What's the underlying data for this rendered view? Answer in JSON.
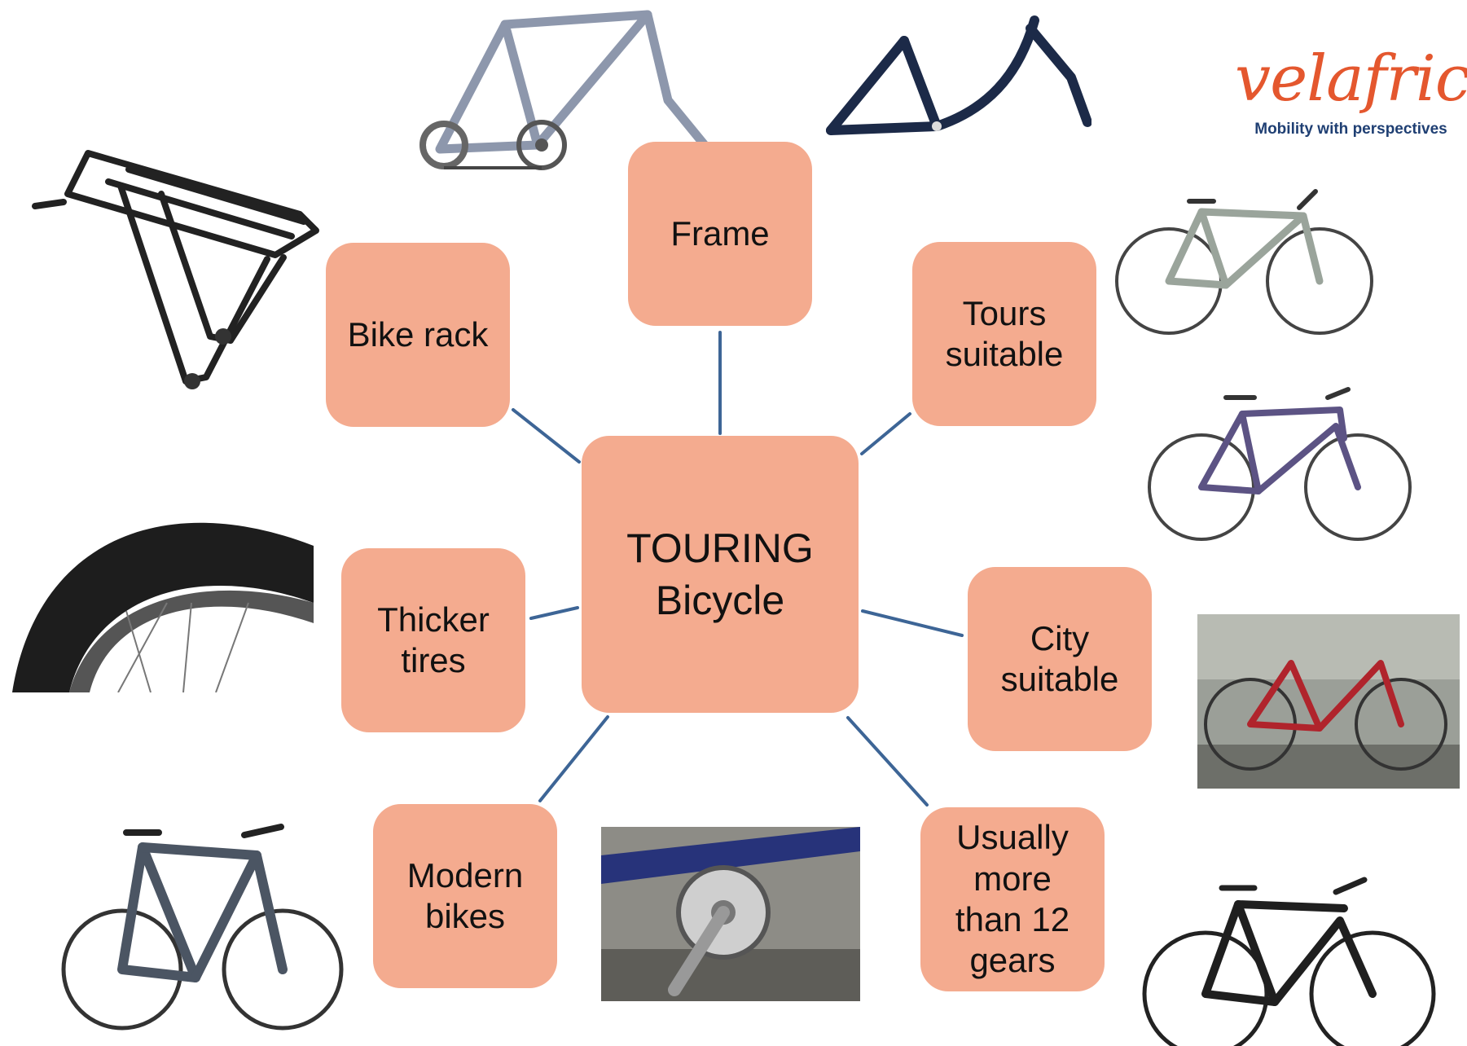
{
  "center": {
    "label": "TOURING\nBicycle"
  },
  "nodes": {
    "frame": "Frame",
    "bike_rack": "Bike rack",
    "tours_suitable": "Tours\nsuitable",
    "thicker_tires": "Thicker\ntires",
    "city_suitable": "City\nsuitable",
    "modern_bikes": "Modern\nbikes",
    "gears": "Usually\nmore\nthan 12\ngears"
  },
  "logo": {
    "wordmark": "velafrica",
    "tagline": "Mobility with perspectives"
  },
  "colors": {
    "node_fill": "#f4ab8f",
    "connector": "#3d6596",
    "logo_wordmark": "#e4572e",
    "logo_tagline": "#1f3f73"
  },
  "images": [
    "bike-rack-photo",
    "bicycle-frame-photo",
    "ladies-frame-photo",
    "tire-photo",
    "touring-bike-photo-1",
    "touring-bike-photo-2",
    "red-city-bike-photo",
    "chainring-closeup-photo",
    "modern-bike-photo",
    "black-touring-bike-photo"
  ]
}
